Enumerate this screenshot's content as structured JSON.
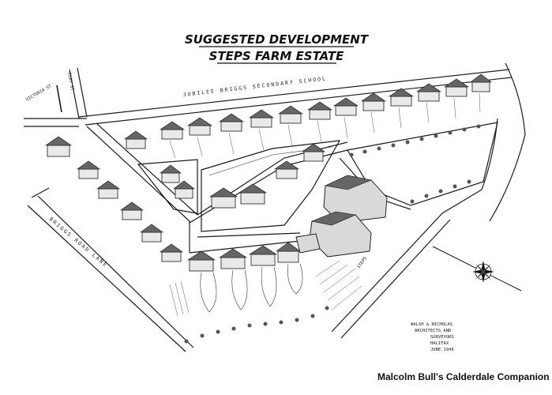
{
  "map": {
    "title_line1": "SUGGESTED DEVELOPMENT",
    "title_line2": "STEPS FARM ESTATE",
    "road_labels": {
      "top_road": "JUBILEE BRIGGS SECONDARY SCHOOL",
      "clay_st": "CLAY ST",
      "victoria_st": "VICTORIA ST",
      "lower_road": "BRIGGS ROAD LANE",
      "steps": "STEPS"
    },
    "architect_block": {
      "line1": "WALSH & NICHOLAS",
      "line2": "ARCHITECTS AND",
      "line3": "SURVEYORS",
      "line4": "HALIFAX",
      "line5": "JUNE 1946"
    },
    "icons": [
      "north-arrow-icon"
    ]
  },
  "credit": "Malcolm Bull's Calderdale Companion"
}
